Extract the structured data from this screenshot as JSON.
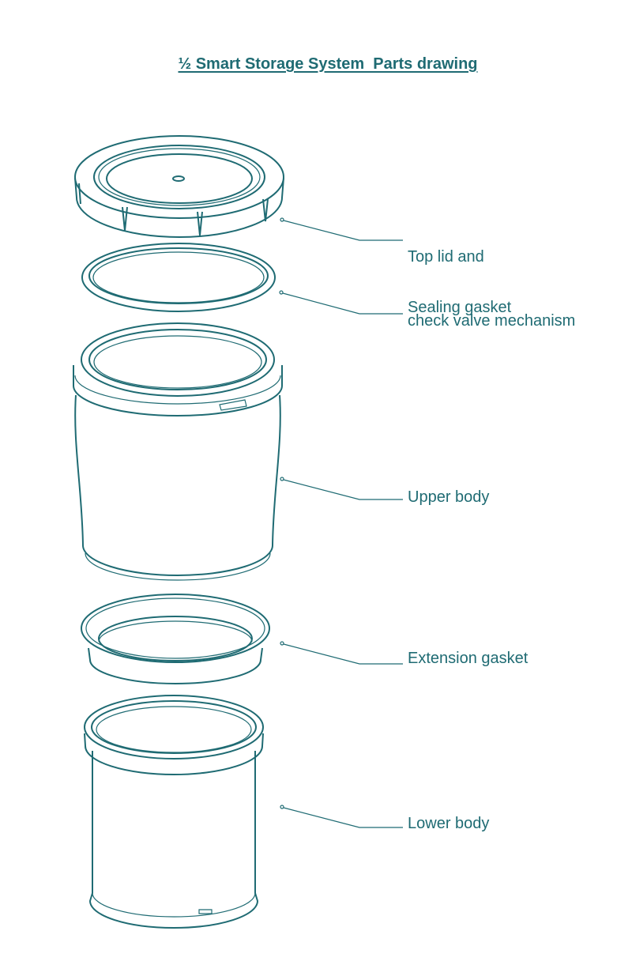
{
  "title": "½ Smart Storage System  Parts drawing",
  "accent_color": "#1f6b73",
  "parts": [
    {
      "label_line1": "Top lid and",
      "label_line2": "check valve mechanism"
    },
    {
      "label_line1": "Sealing gasket"
    },
    {
      "label_line1": "Upper body"
    },
    {
      "label_line1": "Extension gasket"
    },
    {
      "label_line1": "Lower body"
    }
  ]
}
